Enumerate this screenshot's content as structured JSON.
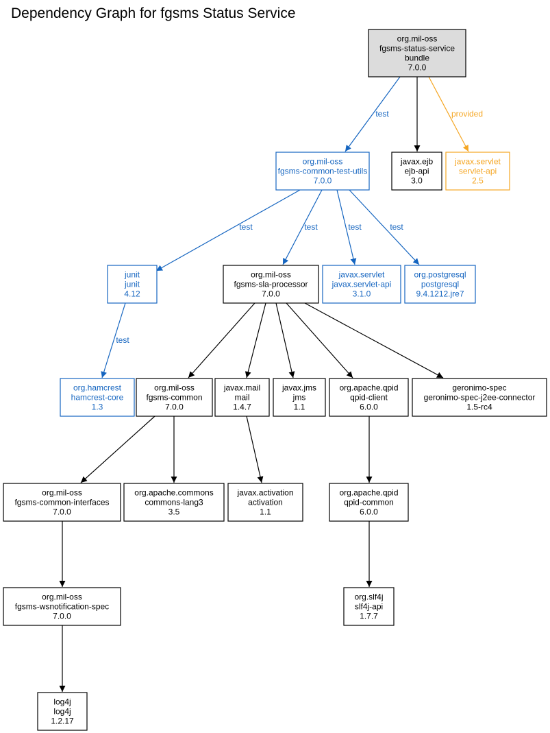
{
  "title": "Dependency Graph for fgsms Status Service",
  "colors": {
    "compile": "#000000",
    "test": "#1565c0",
    "provided": "#f5a623",
    "root_fill": "#dcdcdc"
  },
  "nodes": [
    {
      "id": "status-service",
      "lines": [
        "org.mil-oss",
        "fgsms-status-service",
        "bundle",
        "7.0.0"
      ],
      "scope": "root"
    },
    {
      "id": "common-test-utils",
      "lines": [
        "org.mil-oss",
        "fgsms-common-test-utils",
        "7.0.0"
      ],
      "scope": "test"
    },
    {
      "id": "ejb-api",
      "lines": [
        "javax.ejb",
        "ejb-api",
        "3.0"
      ],
      "scope": "compile"
    },
    {
      "id": "servlet-api",
      "lines": [
        "javax.servlet",
        "servlet-api",
        "2.5"
      ],
      "scope": "provided"
    },
    {
      "id": "junit",
      "lines": [
        "junit",
        "junit",
        "4.12"
      ],
      "scope": "test"
    },
    {
      "id": "sla-processor",
      "lines": [
        "org.mil-oss",
        "fgsms-sla-processor",
        "7.0.0"
      ],
      "scope": "compile"
    },
    {
      "id": "javax-servlet-api",
      "lines": [
        "javax.servlet",
        "javax.servlet-api",
        "3.1.0"
      ],
      "scope": "test"
    },
    {
      "id": "postgresql",
      "lines": [
        "org.postgresql",
        "postgresql",
        "9.4.1212.jre7"
      ],
      "scope": "test"
    },
    {
      "id": "hamcrest-core",
      "lines": [
        "org.hamcrest",
        "hamcrest-core",
        "1.3"
      ],
      "scope": "test"
    },
    {
      "id": "fgsms-common",
      "lines": [
        "org.mil-oss",
        "fgsms-common",
        "7.0.0"
      ],
      "scope": "compile"
    },
    {
      "id": "mail",
      "lines": [
        "javax.mail",
        "mail",
        "1.4.7"
      ],
      "scope": "compile"
    },
    {
      "id": "jms",
      "lines": [
        "javax.jms",
        "jms",
        "1.1"
      ],
      "scope": "compile"
    },
    {
      "id": "qpid-client",
      "lines": [
        "org.apache.qpid",
        "qpid-client",
        "6.0.0"
      ],
      "scope": "compile"
    },
    {
      "id": "geronimo",
      "lines": [
        "geronimo-spec",
        "geronimo-spec-j2ee-connector",
        "1.5-rc4"
      ],
      "scope": "compile"
    },
    {
      "id": "common-interfaces",
      "lines": [
        "org.mil-oss",
        "fgsms-common-interfaces",
        "7.0.0"
      ],
      "scope": "compile"
    },
    {
      "id": "commons-lang3",
      "lines": [
        "org.apache.commons",
        "commons-lang3",
        "3.5"
      ],
      "scope": "compile"
    },
    {
      "id": "activation",
      "lines": [
        "javax.activation",
        "activation",
        "1.1"
      ],
      "scope": "compile"
    },
    {
      "id": "qpid-common",
      "lines": [
        "org.apache.qpid",
        "qpid-common",
        "6.0.0"
      ],
      "scope": "compile"
    },
    {
      "id": "wsnotification-spec",
      "lines": [
        "org.mil-oss",
        "fgsms-wsnotification-spec",
        "7.0.0"
      ],
      "scope": "compile"
    },
    {
      "id": "slf4j-api",
      "lines": [
        "org.slf4j",
        "slf4j-api",
        "1.7.7"
      ],
      "scope": "compile"
    },
    {
      "id": "log4j",
      "lines": [
        "log4j",
        "log4j",
        "1.2.17"
      ],
      "scope": "compile"
    }
  ],
  "edges": [
    {
      "from": "status-service",
      "to": "common-test-utils",
      "label": "test",
      "scope": "test"
    },
    {
      "from": "status-service",
      "to": "ejb-api",
      "label": "",
      "scope": "compile"
    },
    {
      "from": "status-service",
      "to": "servlet-api",
      "label": "provided",
      "scope": "provided"
    },
    {
      "from": "common-test-utils",
      "to": "junit",
      "label": "test",
      "scope": "test"
    },
    {
      "from": "common-test-utils",
      "to": "sla-processor",
      "label": "test",
      "scope": "test"
    },
    {
      "from": "common-test-utils",
      "to": "javax-servlet-api",
      "label": "test",
      "scope": "test"
    },
    {
      "from": "common-test-utils",
      "to": "postgresql",
      "label": "test",
      "scope": "test"
    },
    {
      "from": "junit",
      "to": "hamcrest-core",
      "label": "test",
      "scope": "test"
    },
    {
      "from": "sla-processor",
      "to": "fgsms-common",
      "label": "",
      "scope": "compile"
    },
    {
      "from": "sla-processor",
      "to": "mail",
      "label": "",
      "scope": "compile"
    },
    {
      "from": "sla-processor",
      "to": "jms",
      "label": "",
      "scope": "compile"
    },
    {
      "from": "sla-processor",
      "to": "qpid-client",
      "label": "",
      "scope": "compile"
    },
    {
      "from": "sla-processor",
      "to": "geronimo",
      "label": "",
      "scope": "compile"
    },
    {
      "from": "fgsms-common",
      "to": "common-interfaces",
      "label": "",
      "scope": "compile"
    },
    {
      "from": "fgsms-common",
      "to": "commons-lang3",
      "label": "",
      "scope": "compile"
    },
    {
      "from": "mail",
      "to": "activation",
      "label": "",
      "scope": "compile"
    },
    {
      "from": "qpid-client",
      "to": "qpid-common",
      "label": "",
      "scope": "compile"
    },
    {
      "from": "common-interfaces",
      "to": "wsnotification-spec",
      "label": "",
      "scope": "compile"
    },
    {
      "from": "qpid-common",
      "to": "slf4j-api",
      "label": "",
      "scope": "compile"
    },
    {
      "from": "wsnotification-spec",
      "to": "log4j",
      "label": "",
      "scope": "compile"
    }
  ]
}
